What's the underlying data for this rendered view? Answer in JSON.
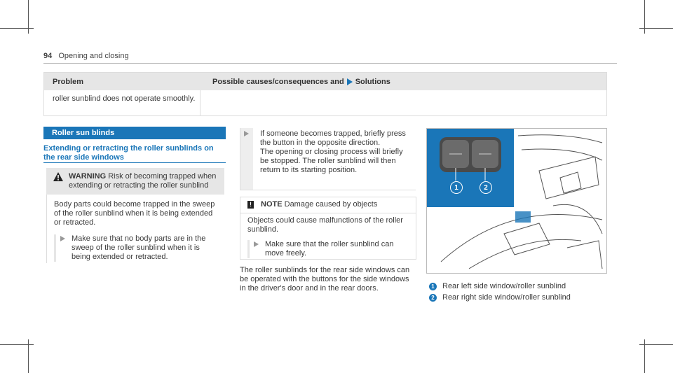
{
  "header": {
    "page_number": "94",
    "title": "Opening and closing"
  },
  "table": {
    "col1_header": "Problem",
    "col2_header": "Possible causes/consequences and",
    "col2_header_tail": "Solutions",
    "row1_col1": "roller sunblind does not operate smoothly."
  },
  "section": {
    "title": "Roller sun blinds",
    "subtitle": "Extending or retracting the roller sunblinds on the rear side windows"
  },
  "warning": {
    "label": "WARNING",
    "intro": "Risk of becoming trapped when extending or retracting the roller sunblind",
    "body": "Body parts could become trapped in the sweep of the roller sunblind when it is being extended or retracted.",
    "bullet": "Make sure that no body parts are in the sweep of the roller sunblind when it is being extended or retracted."
  },
  "col2": {
    "bullet1": "If someone becomes trapped, briefly press the button in the opposite direction.",
    "bullet1_cont": "The opening or closing process will briefly be stopped. The roller sunblind will then return to its starting position.",
    "note_label": "NOTE",
    "note_intro": "Damage caused by objects",
    "note_body": "Objects could cause malfunctions of the roller sunblind.",
    "note_bullet": "Make sure that the roller sunblind can move freely.",
    "paragraph": "The roller sunblinds for the rear side windows can be operated with the buttons for the side windows in the driver's door and in the rear doors."
  },
  "figure": {
    "callout_1": "1",
    "callout_2": "2",
    "legend": [
      {
        "num": "1",
        "text": "Rear left side window/roller sunblind"
      },
      {
        "num": "2",
        "text": "Rear right side window/roller sunblind"
      }
    ]
  },
  "colors": {
    "accent": "#1a76b8",
    "shade": "#e6e6e6"
  }
}
